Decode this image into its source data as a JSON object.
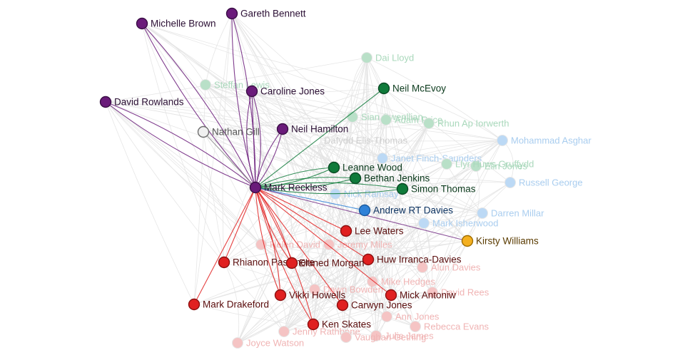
{
  "graph": {
    "focus": "Mark Reckless",
    "party_colors": {
      "ukip": "#6a1b7a",
      "labour": "#e02020",
      "plaid": "#0f7a3a",
      "conservative": "#2f82d8",
      "libdem": "#f4b020",
      "independent": "#f0f0f0"
    },
    "active_nodes": [
      {
        "id": "mr",
        "label": "Mark Reckless",
        "party": "ukip"
      },
      {
        "id": "mb",
        "label": "Michelle Brown",
        "party": "ukip"
      },
      {
        "id": "gb",
        "label": "Gareth Bennett",
        "party": "ukip"
      },
      {
        "id": "dr",
        "label": "David Rowlands",
        "party": "ukip"
      },
      {
        "id": "cj",
        "label": "Caroline Jones",
        "party": "ukip"
      },
      {
        "id": "nh",
        "label": "Neil Hamilton",
        "party": "ukip"
      },
      {
        "id": "ng",
        "label": "Nathan Gill",
        "party": "independent"
      },
      {
        "id": "nm",
        "label": "Neil McEvoy",
        "party": "plaid"
      },
      {
        "id": "lw",
        "label": "Leanne Wood",
        "party": "plaid"
      },
      {
        "id": "bj",
        "label": "Bethan Jenkins",
        "party": "plaid"
      },
      {
        "id": "st",
        "label": "Simon Thomas",
        "party": "plaid"
      },
      {
        "id": "ad",
        "label": "Andrew RT Davies",
        "party": "conservative"
      },
      {
        "id": "kw",
        "label": "Kirsty Williams",
        "party": "libdem"
      },
      {
        "id": "lwa",
        "label": "Lee Waters",
        "party": "labour"
      },
      {
        "id": "hid",
        "label": "Huw Irranca-Davies",
        "party": "labour"
      },
      {
        "id": "rp",
        "label": "Rhianon Passmore",
        "party": "labour"
      },
      {
        "id": "em",
        "label": "Eluned Morgan",
        "party": "labour"
      },
      {
        "id": "md",
        "label": "Mark Drakeford",
        "party": "labour"
      },
      {
        "id": "vh",
        "label": "Vikki Howells",
        "party": "labour"
      },
      {
        "id": "ma",
        "label": "Mick Antoniw",
        "party": "labour"
      },
      {
        "id": "cwj",
        "label": "Carwyn Jones",
        "party": "labour"
      },
      {
        "id": "ks",
        "label": "Ken Skates",
        "party": "labour"
      }
    ],
    "faded_nodes": [
      {
        "id": "dl",
        "label": "Dai Lloyd",
        "party": "plaid"
      },
      {
        "id": "sl",
        "label": "Steffan Lewis",
        "party": "plaid"
      },
      {
        "id": "sg",
        "label": "Sian Gwenllian",
        "party": "plaid"
      },
      {
        "id": "ap",
        "label": "Adam Price",
        "party": "plaid"
      },
      {
        "id": "rai",
        "label": "Rhun Ap Iorwerth",
        "party": "plaid"
      },
      {
        "id": "det",
        "label": "Dafydd Elis-Thomas",
        "party": "independent"
      },
      {
        "id": "ejo",
        "label": "Elin Jones",
        "party": "plaid"
      },
      {
        "id": "jfs",
        "label": "Janet Finch-Saunders",
        "party": "conservative"
      },
      {
        "id": "lld",
        "label": "Llyr Huws Gruffydd",
        "party": "plaid"
      },
      {
        "id": "ma2",
        "label": "Mohammad Asghar",
        "party": "conservative"
      },
      {
        "id": "rg",
        "label": "Russell George",
        "party": "conservative"
      },
      {
        "id": "nr",
        "label": "Nick Ramsay",
        "party": "conservative"
      },
      {
        "id": "dm",
        "label": "Darren Millar",
        "party": "conservative"
      },
      {
        "id": "mi",
        "label": "Mark Isherwood",
        "party": "conservative"
      },
      {
        "id": "hd",
        "label": "Helen David",
        "party": "labour"
      },
      {
        "id": "jm",
        "label": "Jeremy Miles",
        "party": "labour"
      },
      {
        "id": "ald",
        "label": "Alun Davies",
        "party": "labour"
      },
      {
        "id": "mh",
        "label": "Mike Hedges",
        "party": "labour"
      },
      {
        "id": "db",
        "label": "Dawn Bowden",
        "party": "labour"
      },
      {
        "id": "dre",
        "label": "David Rees",
        "party": "labour"
      },
      {
        "id": "aj",
        "label": "Ann Jones",
        "party": "labour"
      },
      {
        "id": "re",
        "label": "Rebecca Evans",
        "party": "labour"
      },
      {
        "id": "jr",
        "label": "Jenny Rathbone",
        "party": "labour"
      },
      {
        "id": "jj",
        "label": "Julie James",
        "party": "labour"
      },
      {
        "id": "vg",
        "label": "Vaughan Gething",
        "party": "labour"
      },
      {
        "id": "jw",
        "label": "Joyce Watson",
        "party": "labour"
      }
    ],
    "focus_edges": [
      {
        "to": "mb",
        "strength": 2
      },
      {
        "to": "gb",
        "strength": 2
      },
      {
        "to": "dr",
        "strength": 2
      },
      {
        "to": "cj",
        "strength": 3
      },
      {
        "to": "nh",
        "strength": 2
      },
      {
        "to": "ng",
        "strength": 1
      },
      {
        "to": "nm",
        "strength": 1
      },
      {
        "to": "lw",
        "strength": 2
      },
      {
        "to": "bj",
        "strength": 2
      },
      {
        "to": "st",
        "strength": 2
      },
      {
        "to": "ad",
        "strength": 1
      },
      {
        "to": "kw",
        "strength": 1
      },
      {
        "to": "lwa",
        "strength": 1
      },
      {
        "to": "hid",
        "strength": 1
      },
      {
        "to": "rp",
        "strength": 1
      },
      {
        "to": "em",
        "strength": 2
      },
      {
        "to": "md",
        "strength": 1
      },
      {
        "to": "vh",
        "strength": 2
      },
      {
        "to": "ma",
        "strength": 1
      },
      {
        "to": "cwj",
        "strength": 1
      },
      {
        "to": "ks",
        "strength": 2
      }
    ]
  }
}
